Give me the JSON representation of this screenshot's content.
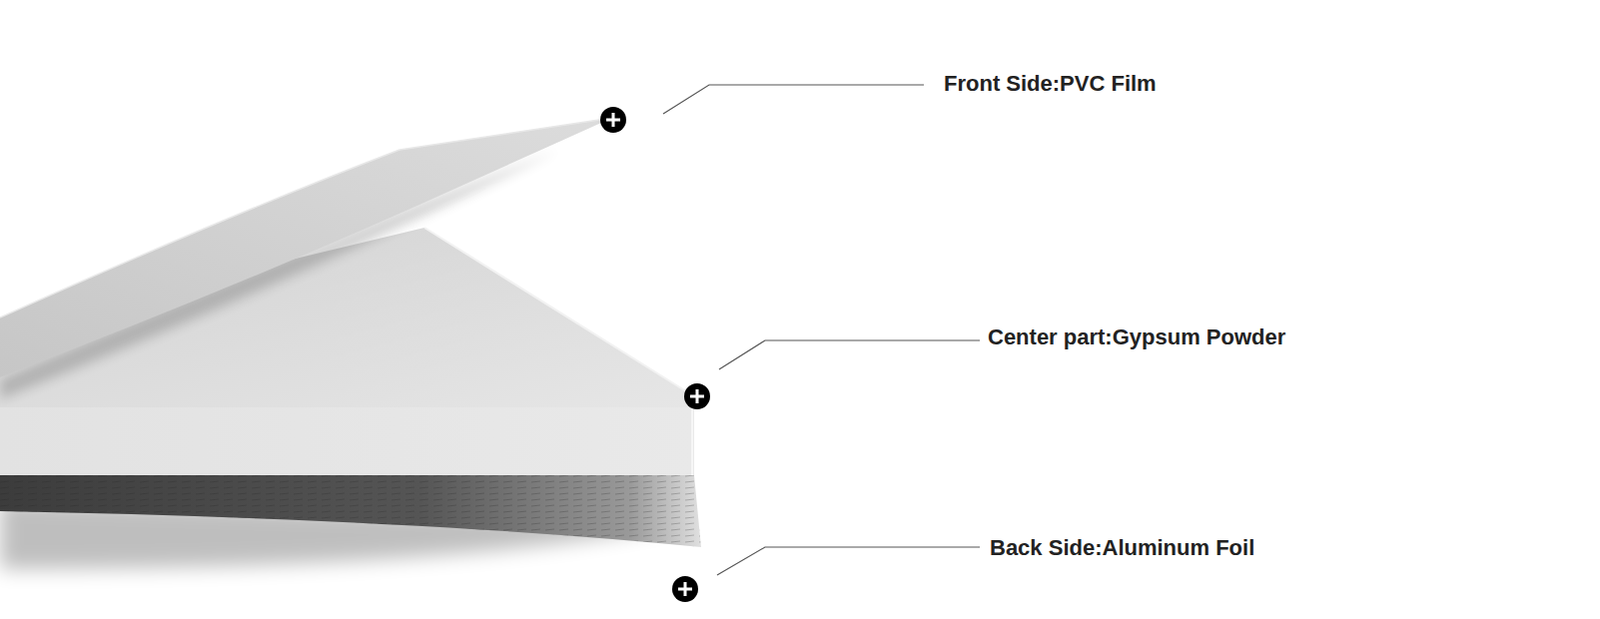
{
  "diagram": {
    "labels": [
      "Front Side:PVC Film",
      "Center part:Gypsum Powder",
      "Back Side:Aluminum Foil"
    ]
  }
}
